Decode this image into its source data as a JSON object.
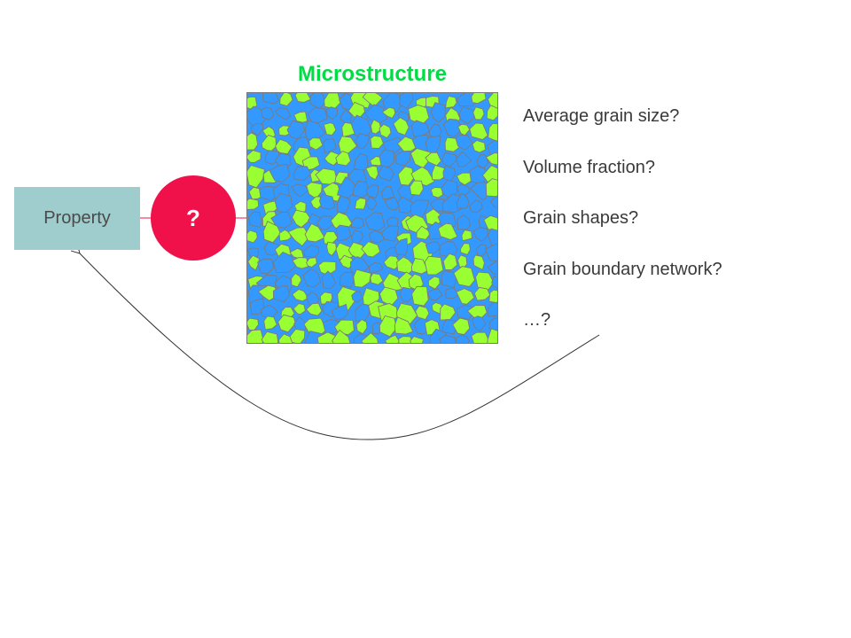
{
  "diagram": {
    "title": "Microstructure",
    "property_label": "Property",
    "question_mark": "?",
    "questions": [
      "Average grain size?",
      "Volume fraction?",
      "Grain shapes?",
      "Grain boundary network?",
      "…?"
    ]
  },
  "colors": {
    "title": "#00dd44",
    "property_box": "#9fcccc",
    "circle": "#f0104a",
    "grain_green": "#99ff33",
    "grain_blue": "#3399ff",
    "boundary": "#7a7a7a"
  }
}
